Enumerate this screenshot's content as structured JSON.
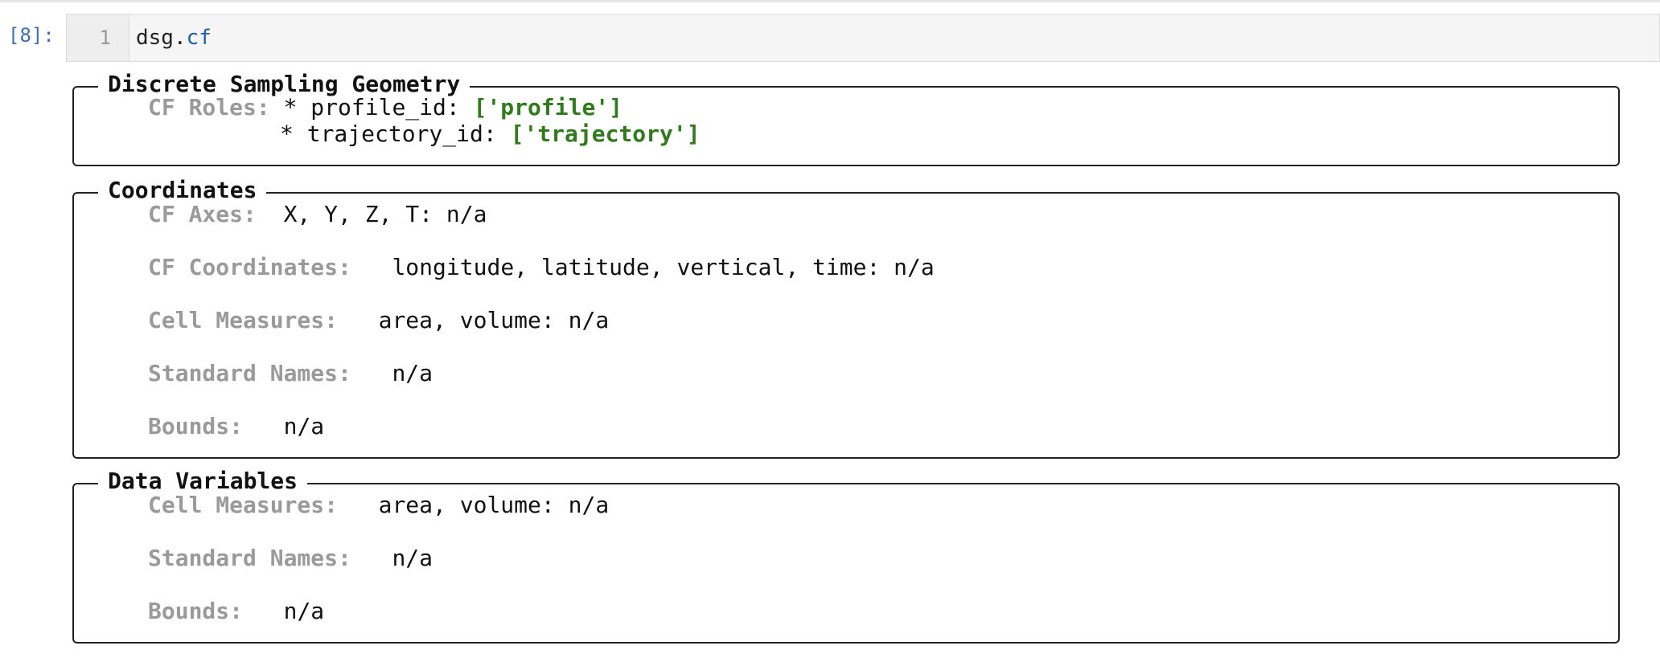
{
  "cell": {
    "prompt": "[8]:",
    "line_number": "1",
    "code_object": "dsg",
    "code_dot": ".",
    "code_attr": "cf"
  },
  "dsg": {
    "title": "Discrete Sampling Geometry",
    "cf_roles_label": "CF Roles:",
    "roles": [
      {
        "bullet": "*",
        "key": "profile_id:",
        "value": "['profile']"
      },
      {
        "bullet": "*",
        "key": "trajectory_id:",
        "value": "['trajectory']"
      }
    ]
  },
  "coordinates": {
    "title": "Coordinates",
    "rows": [
      {
        "label": "CF Axes:",
        "value": "X, Y, Z, T: n/a"
      },
      {
        "label": "CF Coordinates:",
        "value": "longitude, latitude, vertical, time: n/a"
      },
      {
        "label": "Cell Measures:",
        "value": "area, volume: n/a"
      },
      {
        "label": "Standard Names:",
        "value": "n/a"
      },
      {
        "label": "Bounds:",
        "value": "n/a"
      }
    ]
  },
  "data_variables": {
    "title": "Data Variables",
    "rows": [
      {
        "label": "Cell Measures:",
        "value": "area, volume: n/a"
      },
      {
        "label": "Standard Names:",
        "value": "n/a"
      },
      {
        "label": "Bounds:",
        "value": "n/a"
      }
    ]
  }
}
